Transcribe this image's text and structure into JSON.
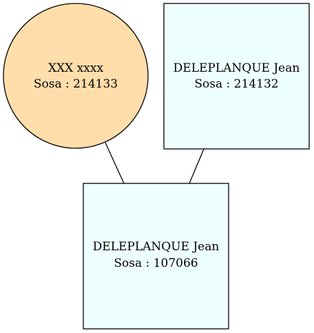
{
  "colors": {
    "female_fill": "#FFDEAB",
    "male_fill": "#EEFFFF",
    "stroke": "#000000",
    "background": "#FFFFFF"
  },
  "nodes": {
    "mother": {
      "shape": "circle",
      "name": "XXX xxxx",
      "sosa": "Sosa : 214133"
    },
    "father": {
      "shape": "square",
      "name": "DELEPLANQUE Jean",
      "sosa": "Sosa : 214132"
    },
    "child": {
      "shape": "square",
      "name": "DELEPLANQUE Jean",
      "sosa": "Sosa : 107066"
    }
  },
  "edges": [
    {
      "from": "mother",
      "to": "child"
    },
    {
      "from": "father",
      "to": "child"
    }
  ]
}
